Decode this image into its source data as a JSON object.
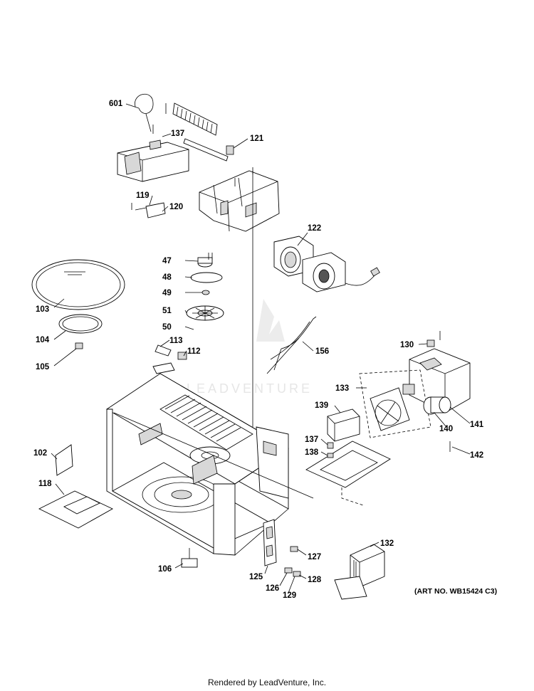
{
  "art_number": "(ART NO. WB15424 C3)",
  "watermark": "LEADVENTURE",
  "footer": "Rendered by LeadVenture, Inc.",
  "callouts": {
    "c601": "601",
    "c137a": "137",
    "c121": "121",
    "c119": "119",
    "c120": "120",
    "c122": "122",
    "c47": "47",
    "c48": "48",
    "c49": "49",
    "c51": "51",
    "c50": "50",
    "c103": "103",
    "c104": "104",
    "c105": "105",
    "c113": "113",
    "c112": "112",
    "c156": "156",
    "c130": "130",
    "c133": "133",
    "c139": "139",
    "c137b": "137",
    "c138": "138",
    "c140": "140",
    "c141": "141",
    "c142": "142",
    "c102": "102",
    "c118": "118",
    "c106": "106",
    "c125": "125",
    "c127": "127",
    "c132": "132",
    "c126": "126",
    "c128": "128",
    "c129": "129"
  }
}
